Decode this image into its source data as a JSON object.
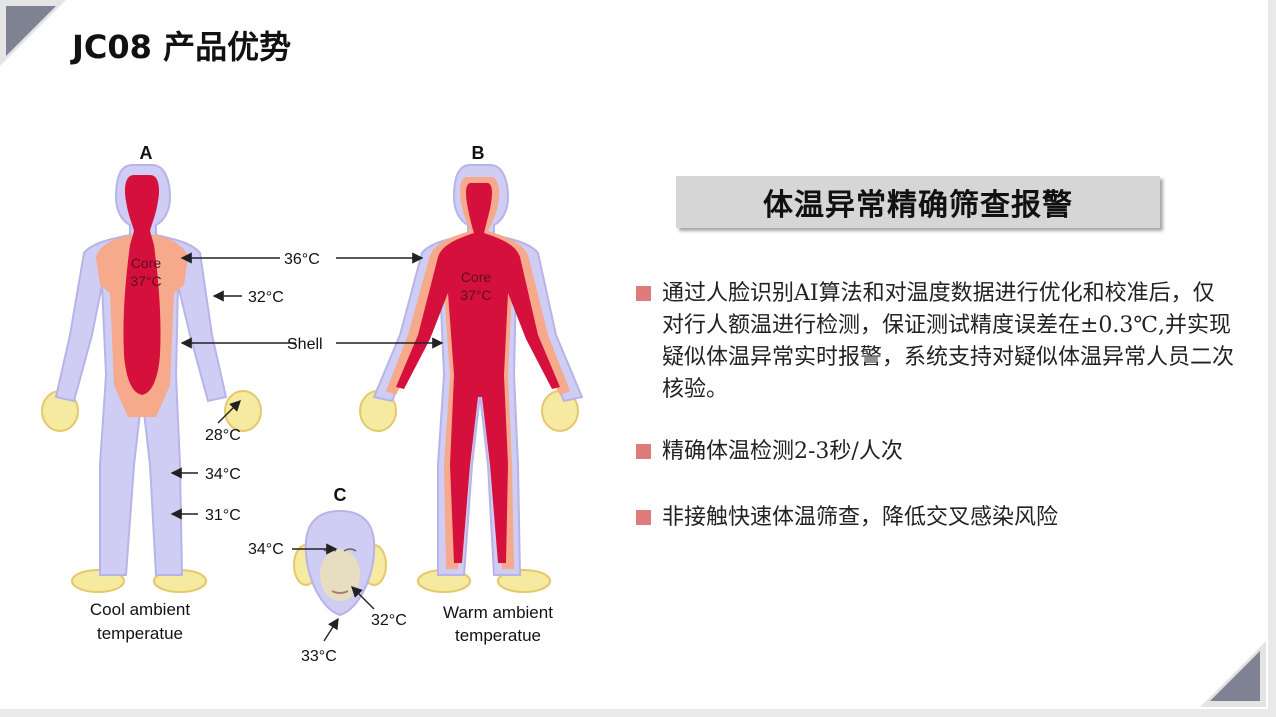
{
  "page": {
    "title": "JC08 产品优势"
  },
  "figure": {
    "panels": {
      "a": "A",
      "b": "B",
      "c": "C"
    },
    "core_word": "Core",
    "core_temp": "37°C",
    "labels": {
      "t36": "36°C",
      "t32": "32°C",
      "shell": "Shell",
      "t28": "28°C",
      "t34": "34°C",
      "t31": "31°C",
      "face34": "34°C",
      "face32": "32°C",
      "face33": "33°C"
    },
    "captions": {
      "cool_line1": "Cool ambient",
      "cool_line2": "temperatue",
      "warm_line1": "Warm ambient",
      "warm_line2": "temperatue"
    },
    "colors": {
      "core": "#d6103c",
      "shell_warm": "#f7a98b",
      "skin": "#cfcdf3",
      "hands": "#f6e9a0"
    }
  },
  "headline": "体温异常精确筛查报警",
  "bullets": [
    "通过人脸识别AI算法和对温度数据进行优化和校准后，仅对行人额温进行检测，保证测试精度误差在±0.3℃,并实现疑似体温异常实时报警，系统支持对疑似体温异常人员二次核验。",
    "精确体温检测2-3秒/人次",
    "非接触快速体温筛查，降低交叉感染风险"
  ],
  "accent_colors": {
    "bullet_mark": "#e07b7b",
    "corner": "#7f8293"
  }
}
